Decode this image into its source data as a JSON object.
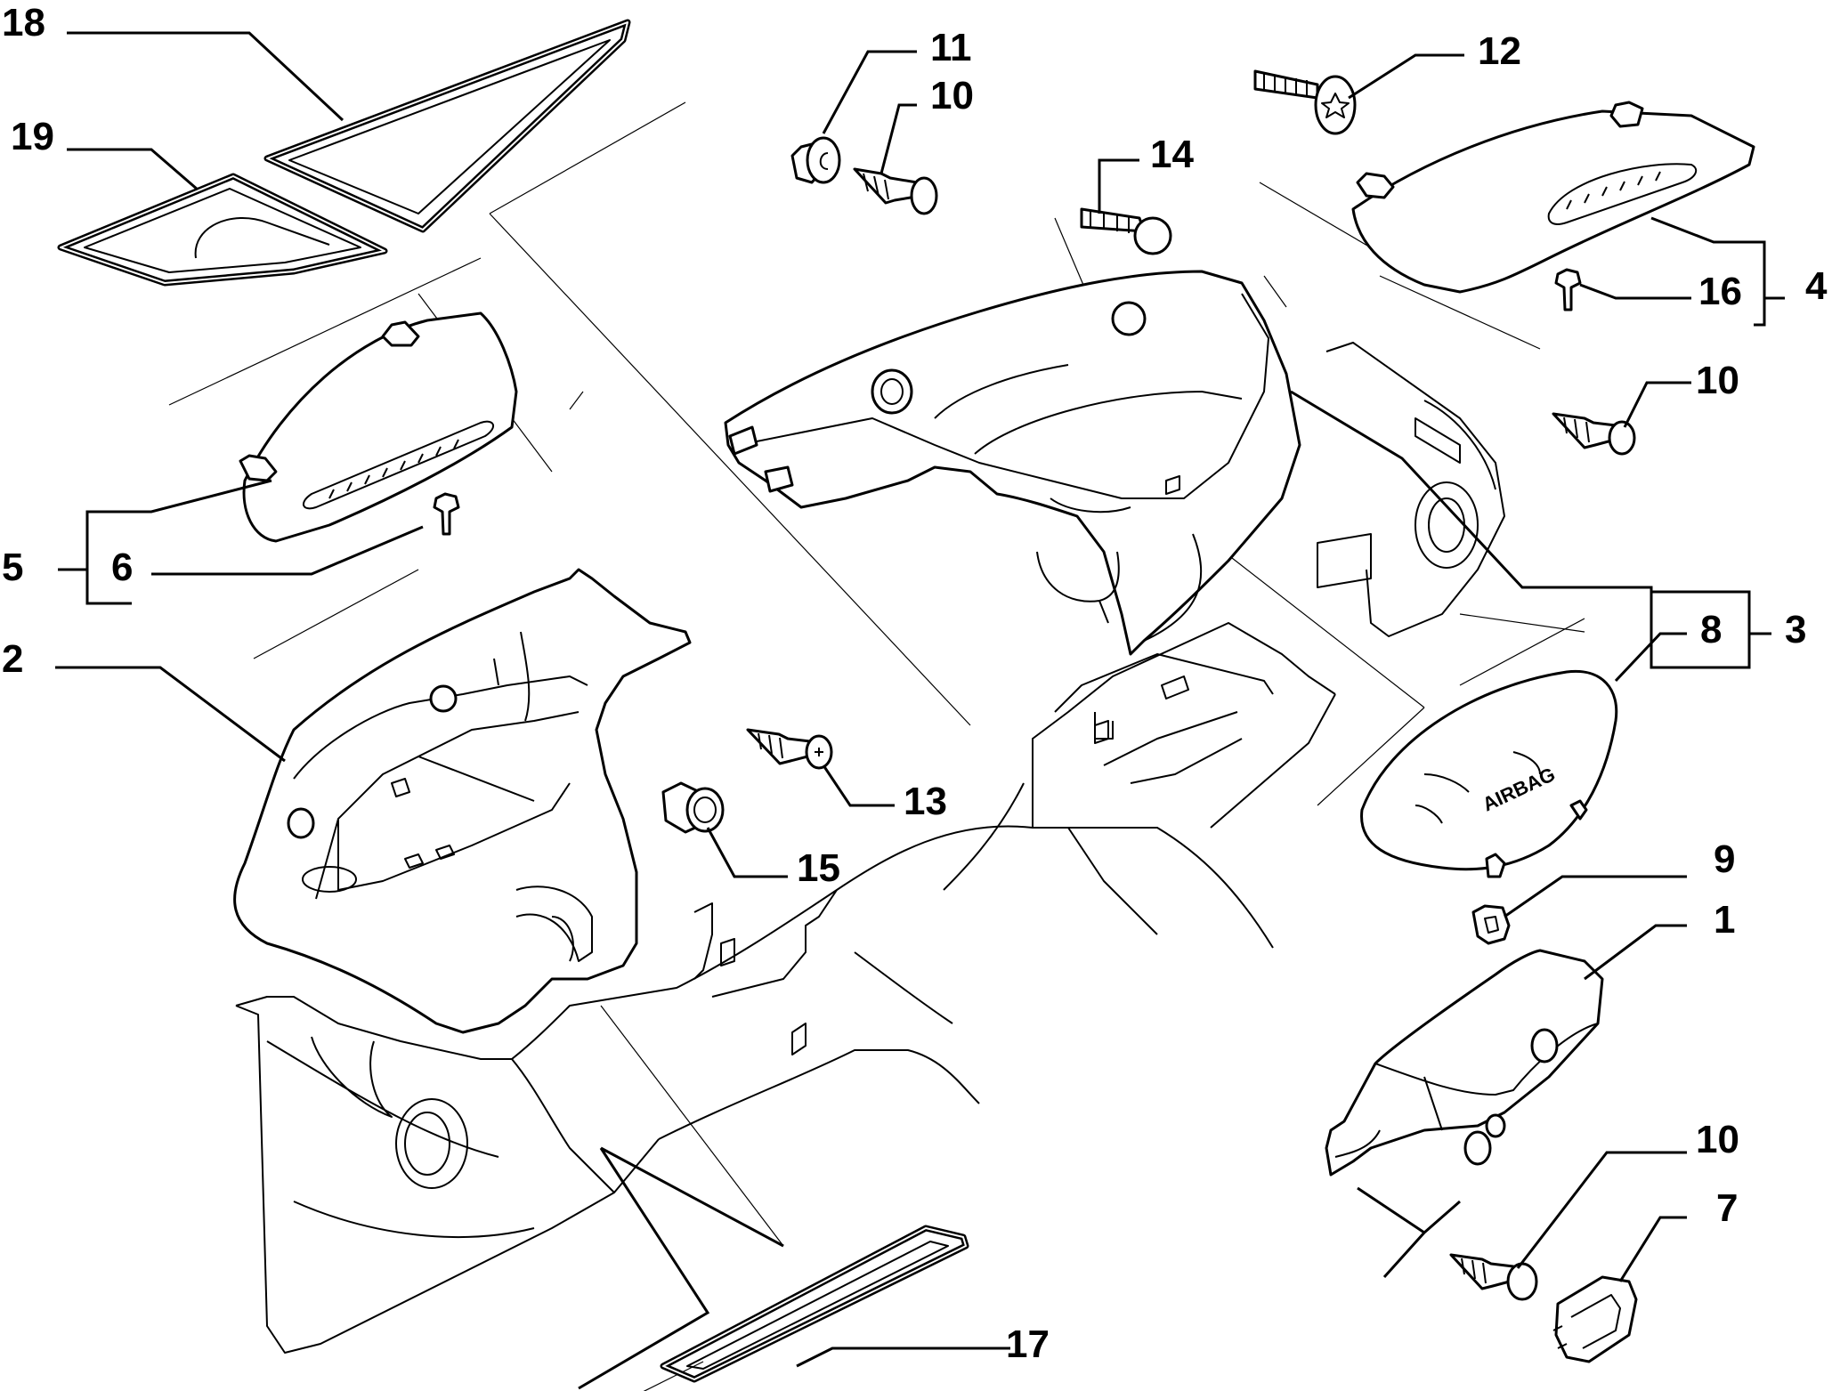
{
  "callouts": {
    "c1": "1",
    "c2": "2",
    "c3": "3",
    "c4": "4",
    "c5": "5",
    "c6": "6",
    "c7": "7",
    "c8": "8",
    "c9": "9",
    "c10a": "10",
    "c10b": "10",
    "c10c": "10",
    "c11": "11",
    "c12": "12",
    "c13": "13",
    "c14": "14",
    "c15": "15",
    "c16": "16",
    "c17": "17",
    "c18": "18",
    "c19": "19"
  },
  "airbag_label": "AIRBAG"
}
